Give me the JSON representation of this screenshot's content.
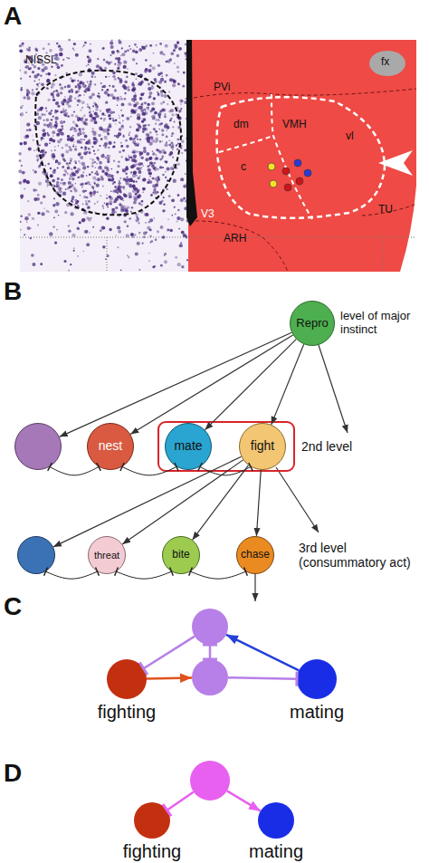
{
  "diagram": {
    "nodes": [
      {
        "text": [
          "Repro"
        ]
      },
      {
        "text": []
      },
      {
        "text": [
          "nest"
        ]
      },
      {
        "text": []
      },
      {
        "text": [
          "mate"
        ],
        "in": 3
      },
      {
        "text": [
          "fight"
        ],
        "in": 3
      },
      {
        "text": []
      },
      {
        "text": [
          "threat"
        ]
      },
      {
        "text": [
          "bite"
        ]
      },
      {
        "text": [
          "chase"
        ]
      },
      {
        "text": []
      },
      {
        "text": [
          "fighting"
        ]
      },
      {
        "text": []
      },
      {
        "text": [
          "mating"
        ]
      },
      {
        "text": []
      },
      {
        "text": [
          "fighting"
        ]
      },
      {
        "text": [
          "mating"
        ]
      }
    ],
    "edges": [
      {
        "from": 0,
        "to": 1,
        "arrow": "to"
      },
      {
        "from": 0,
        "to": 2,
        "arrow": "to"
      },
      {
        "from": 0,
        "to": 4,
        "arrow": "to"
      },
      {
        "from": 0,
        "to": 5,
        "arrow": "to"
      },
      {
        "from": 1,
        "to": 2,
        "arrow": "both"
      },
      {
        "from": 2,
        "to": 4,
        "arrow": "both"
      },
      {
        "from": 4,
        "to": 5,
        "arrow": "both"
      },
      {
        "from": 5,
        "to": 6,
        "arrow": "to"
      },
      {
        "from": 5,
        "to": 7,
        "arrow": "to"
      },
      {
        "from": 5,
        "to": 8,
        "arrow": "to"
      },
      {
        "from": 5,
        "to": 9,
        "arrow": "to"
      },
      {
        "from": 6,
        "to": 7,
        "arrow": "both"
      },
      {
        "from": 7,
        "to": 8,
        "arrow": "both"
      },
      {
        "from": 8,
        "to": 9,
        "arrow": "both"
      },
      {
        "from": 11,
        "to": 12,
        "arrow": "to"
      },
      {
        "from": 13,
        "to": 10,
        "arrow": "to"
      },
      {
        "from": 10,
        "to": 11,
        "arrow": "to"
      },
      {
        "from": 12,
        "to": 13,
        "arrow": "to"
      },
      {
        "from": 10,
        "to": 12,
        "arrow": "both"
      },
      {
        "from": 14,
        "to": 15,
        "arrow": "to"
      },
      {
        "from": 14,
        "to": 16,
        "arrow": "to"
      }
    ],
    "labels": [
      "A",
      "NISSL",
      "PVi",
      "fx",
      "dm",
      "VMH",
      "vl",
      "c",
      "V3",
      "ARH",
      "TU",
      "B",
      "level of major instinct",
      "2nd level",
      "3rd level (consummatory act)",
      "C",
      "D"
    ]
  }
}
